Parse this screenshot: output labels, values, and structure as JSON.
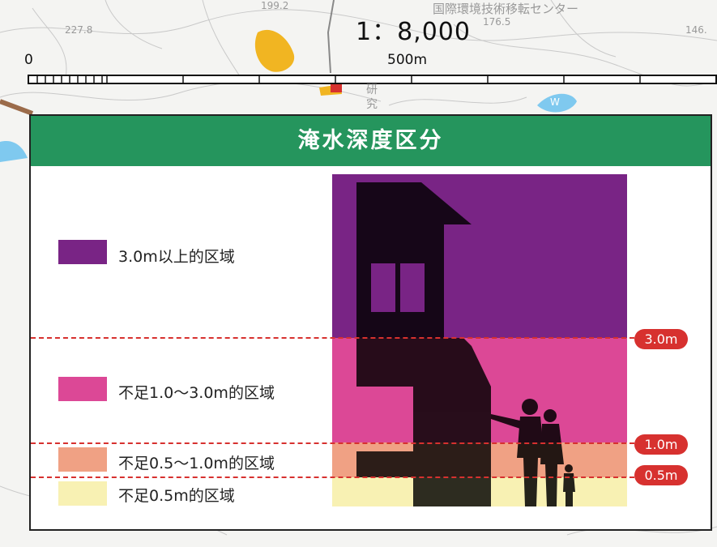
{
  "map": {
    "scale": "1：8,000",
    "scale_ticks": [
      "0",
      "500m"
    ],
    "labels": [
      "199.2",
      "227.8",
      "176.5",
      "146.",
      "国際環境技術移転センター",
      "研",
      "究",
      "W"
    ]
  },
  "legend": {
    "title": "淹水深度区分",
    "classes": [
      {
        "label": "3.0m以上的区域",
        "color": "#792485"
      },
      {
        "label": "不足1.0〜3.0m的区域",
        "color": "#dc4896"
      },
      {
        "label": "不足0.5〜1.0m的区域",
        "color": "#f0a184"
      },
      {
        "label": "不足0.5m的区域",
        "color": "#f8f1b3"
      }
    ],
    "depth_markers": [
      "3.0m",
      "1.0m",
      "0.5m"
    ],
    "marker_color": "#d7312f",
    "header_color": "#25955d"
  }
}
